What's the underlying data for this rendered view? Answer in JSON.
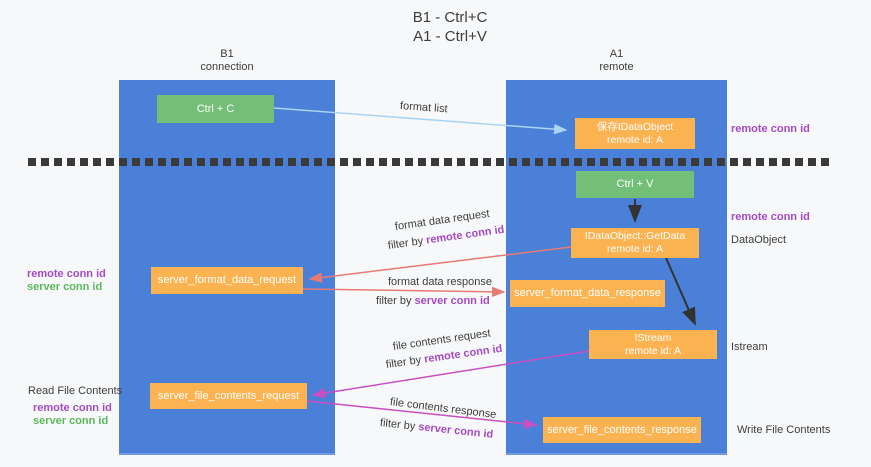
{
  "title": {
    "line1": "B1 - Ctrl+C",
    "line2": "A1 - Ctrl+V"
  },
  "lanes": {
    "left": {
      "header_line1": "B1",
      "header_line2": "connection"
    },
    "right": {
      "header_line1": "A1",
      "header_line2": "remote"
    }
  },
  "boxes": {
    "ctrl_c": "Ctrl + C",
    "ctrl_v": "Ctrl + V",
    "save_idataobject": {
      "line1": "保存IDataObject",
      "line2": "remote id: A"
    },
    "getdata": {
      "line1": "IDataObject::GetData",
      "line2": "remote id: A"
    },
    "istream": {
      "line1": "IStream",
      "line2": "remote id: A"
    },
    "format_request": "server_format_data_request",
    "format_response": "server_format_data_response",
    "file_request": "server_file_contents_request",
    "file_response": "server_file_contents_response"
  },
  "arrow_labels": {
    "format_list": "format list",
    "format_data_request": "format data request",
    "format_data_response": "format data response",
    "file_contents_request": "file contents request",
    "file_contents_response": "file contents response",
    "filter_by": "filter by",
    "remote_conn_id": "remote conn id",
    "server_conn_id": "server conn id"
  },
  "side_labels": {
    "remote_conn_id_top_right": "remote conn id",
    "remote_conn_id_mid_right": "remote conn id",
    "dataobject": "DataObject",
    "istream": "Istream",
    "write_file_contents": "Write File Contents",
    "read_file_contents": "Read File Contents",
    "remote_conn_id_left_mid": "remote conn id",
    "server_conn_id_left_mid": "server conn id",
    "remote_conn_id_left_bottom": "remote conn id",
    "server_conn_id_left_bottom": "server conn id"
  },
  "colors": {
    "lane_blue": "#4a80d8",
    "box_orange": "#fbb251",
    "box_green": "#73bf77",
    "arrow_red": "#e87a74",
    "arrow_magenta": "#cb4ec2",
    "arrow_lightblue": "#a9d4f3",
    "text_purple": "#a44bc4",
    "text_green": "#5cb85c",
    "dash_dark": "#3a3a3a"
  }
}
